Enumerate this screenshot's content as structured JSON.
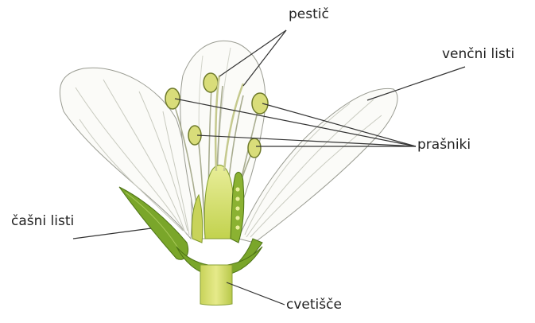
{
  "labels": {
    "pistil": "pestič",
    "petals": "venčni listi",
    "stamens": "prašniki",
    "sepals": "čašni listi",
    "receptacle": "cvetišče"
  },
  "colors": {
    "petal_fill": "#fbfbf8",
    "petal_vein": "#c9cbc0",
    "green_dark": "#5e8a1e",
    "green_mid": "#9bbf3a",
    "yellow_green": "#d8e070",
    "pointer": "#333333"
  }
}
